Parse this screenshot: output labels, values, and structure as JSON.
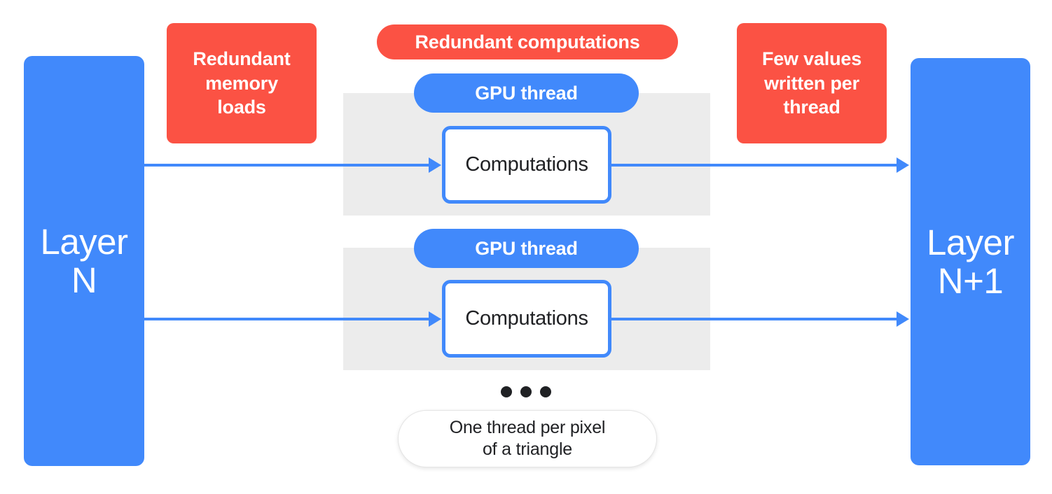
{
  "diagram": {
    "title": "GPU thread computation redundancy diagram",
    "colors": {
      "blue": "#4189FB",
      "red": "#FB5244",
      "gray_band": "#ECECEC",
      "text_dark": "#202124",
      "white": "#FFFFFF"
    },
    "layers": {
      "input": {
        "label": "Layer\nN"
      },
      "output": {
        "label": "Layer\nN+1"
      }
    },
    "callouts": [
      {
        "id": "memory-loads",
        "label": "Redundant\nmemory\nloads",
        "style": "red-box"
      },
      {
        "id": "redundant-computations",
        "label": "Redundant computations",
        "style": "red-pill"
      },
      {
        "id": "few-values",
        "label": "Few values\nwritten per\nthread",
        "style": "red-box"
      }
    ],
    "threads": [
      {
        "pill_label": "GPU thread",
        "box_label": "Computations"
      },
      {
        "pill_label": "GPU thread",
        "box_label": "Computations"
      }
    ],
    "ellipsis": {
      "dot_count": 3
    },
    "note": {
      "label": "One thread per pixel\nof a triangle"
    }
  }
}
